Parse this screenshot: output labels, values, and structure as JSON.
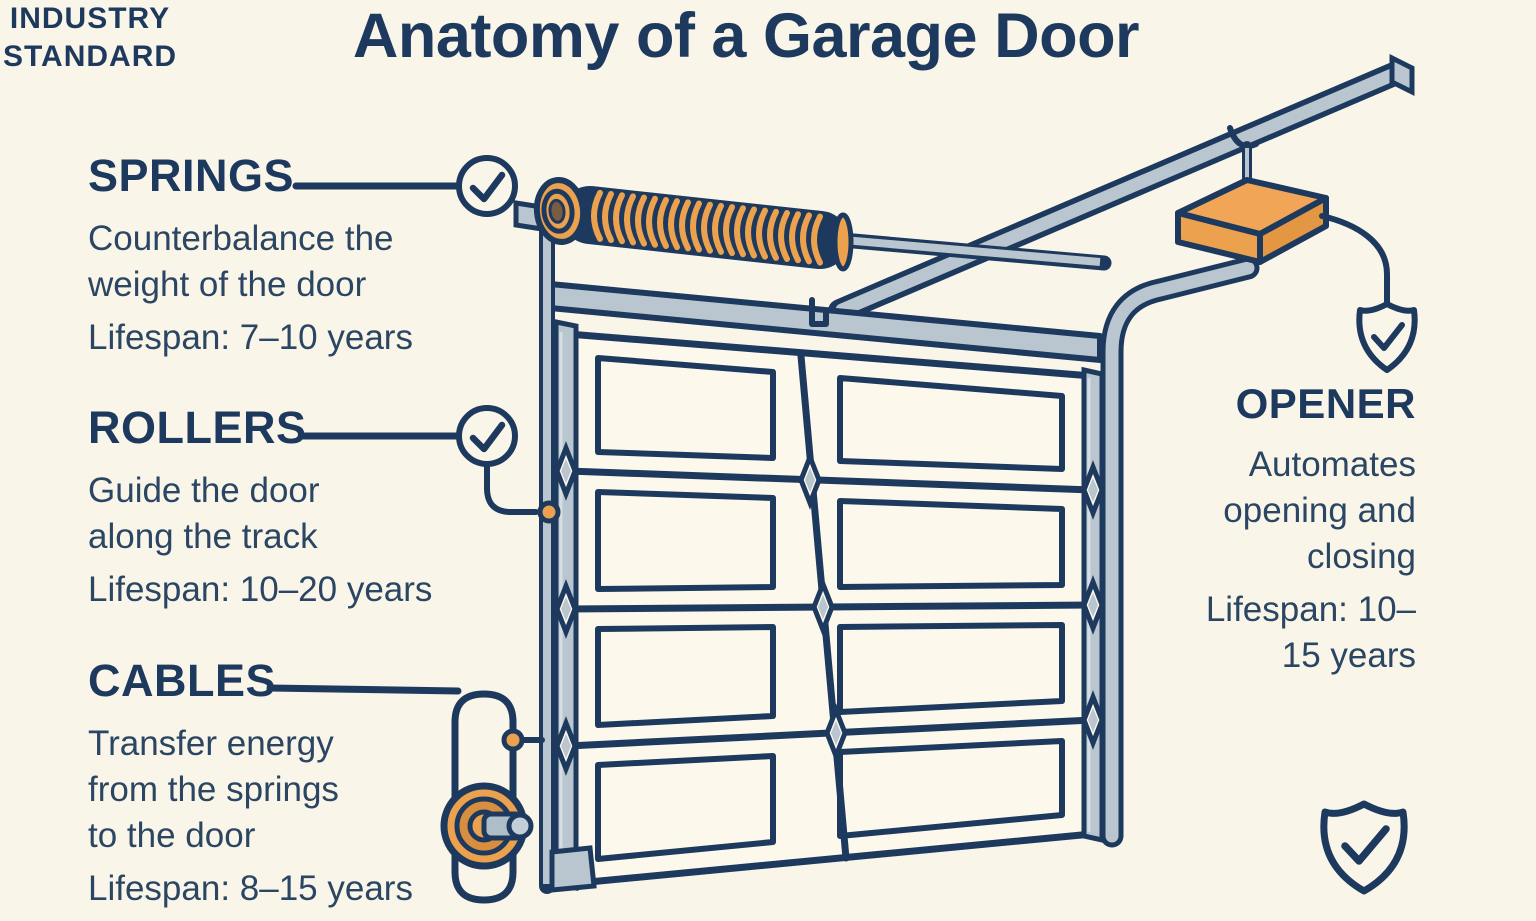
{
  "title": "Anatomy of a Garage Door",
  "colors": {
    "background": "#faf5e9",
    "navy": "#1d3a5e",
    "orange": "#eca14f",
    "track_gray": "#b9c6cf",
    "door_face": "#fcf8ec"
  },
  "sections": {
    "springs": {
      "heading": "SPRINGS",
      "description": [
        "Counterbalance the",
        "weight of the door"
      ],
      "lifespan": "Lifespan: 7–10 years",
      "icon": "check-circle"
    },
    "rollers": {
      "heading": "ROLLERS",
      "description": [
        "Guide the door",
        "along the track"
      ],
      "lifespan": "Lifespan: 10–20 years",
      "icon": "check-circle"
    },
    "cables": {
      "heading": "CABLES",
      "description": [
        "Transfer energy",
        "from the springs",
        "to the door"
      ],
      "lifespan": "Lifespan: 8–15 years",
      "icon": "check-circle"
    },
    "opener": {
      "heading": "OPENER",
      "description": [
        "Automates",
        "opening and",
        "closing"
      ],
      "lifespan": [
        "Lifespan: 10–",
        "15 years"
      ],
      "icon": "shield-check"
    }
  },
  "badge": {
    "label": [
      "INDUSTRY",
      "STANDARD"
    ],
    "icon": "shield-check"
  }
}
